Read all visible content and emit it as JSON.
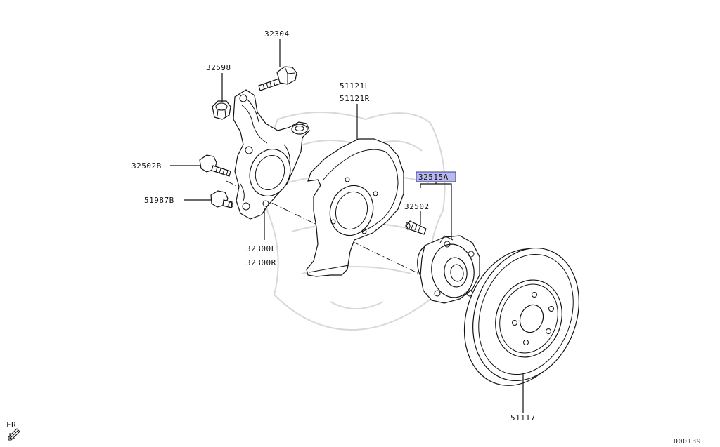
{
  "labels": {
    "p32304": "32304",
    "p32598": "32598",
    "p51121l": "51121L",
    "p51121r": "51121R",
    "p32502b": "32502B",
    "p51987b": "51987B",
    "p32515a": "32515A",
    "p32502": "32502",
    "p32300l": "32300L",
    "p32300r": "32300R",
    "p51117": "51117",
    "fr": "FR",
    "diagram_id": "D00139"
  },
  "colors": {
    "highlight_fill": "#b9b9ee",
    "highlight_stroke": "#3a3aa8",
    "line": "#111111",
    "watermark": "#d8d8d8"
  },
  "icons": {
    "front_direction": "fr-arrow-icon"
  }
}
